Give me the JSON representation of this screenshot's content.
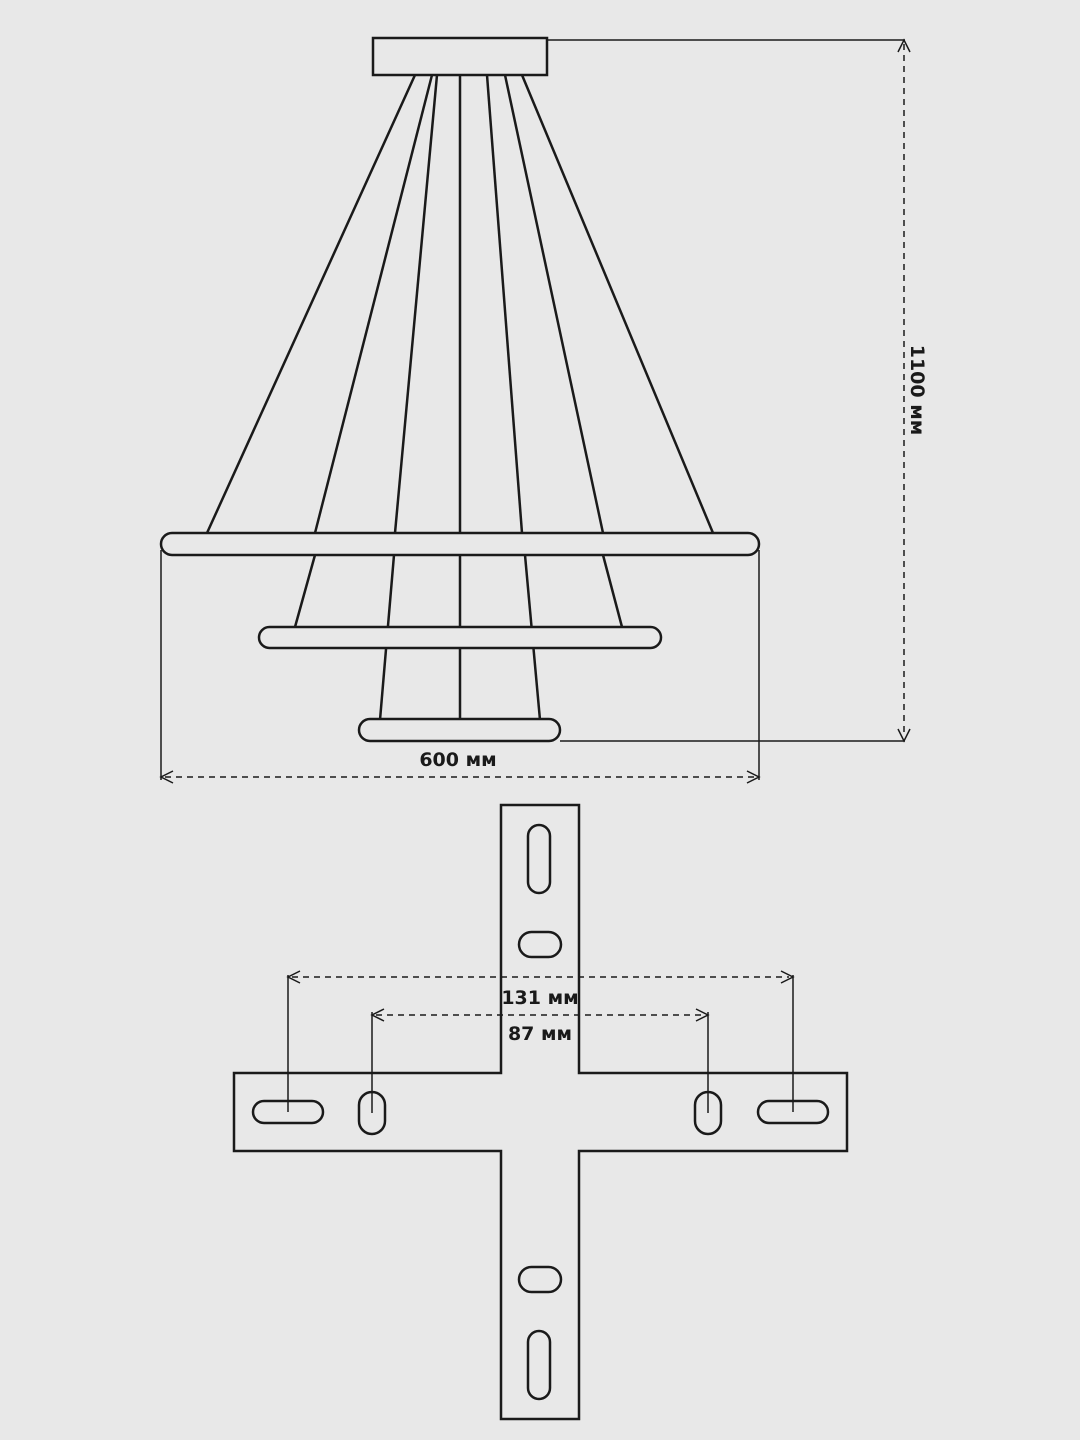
{
  "colors": {
    "background": "#e8e8e8",
    "stroke": "#1a1a1a",
    "fill": "#e8e8e8"
  },
  "dimensions": {
    "height_label": "1100 мм",
    "width_label": "600 мм",
    "outer_holes_label": "131 мм",
    "inner_holes_label": "87 мм"
  }
}
